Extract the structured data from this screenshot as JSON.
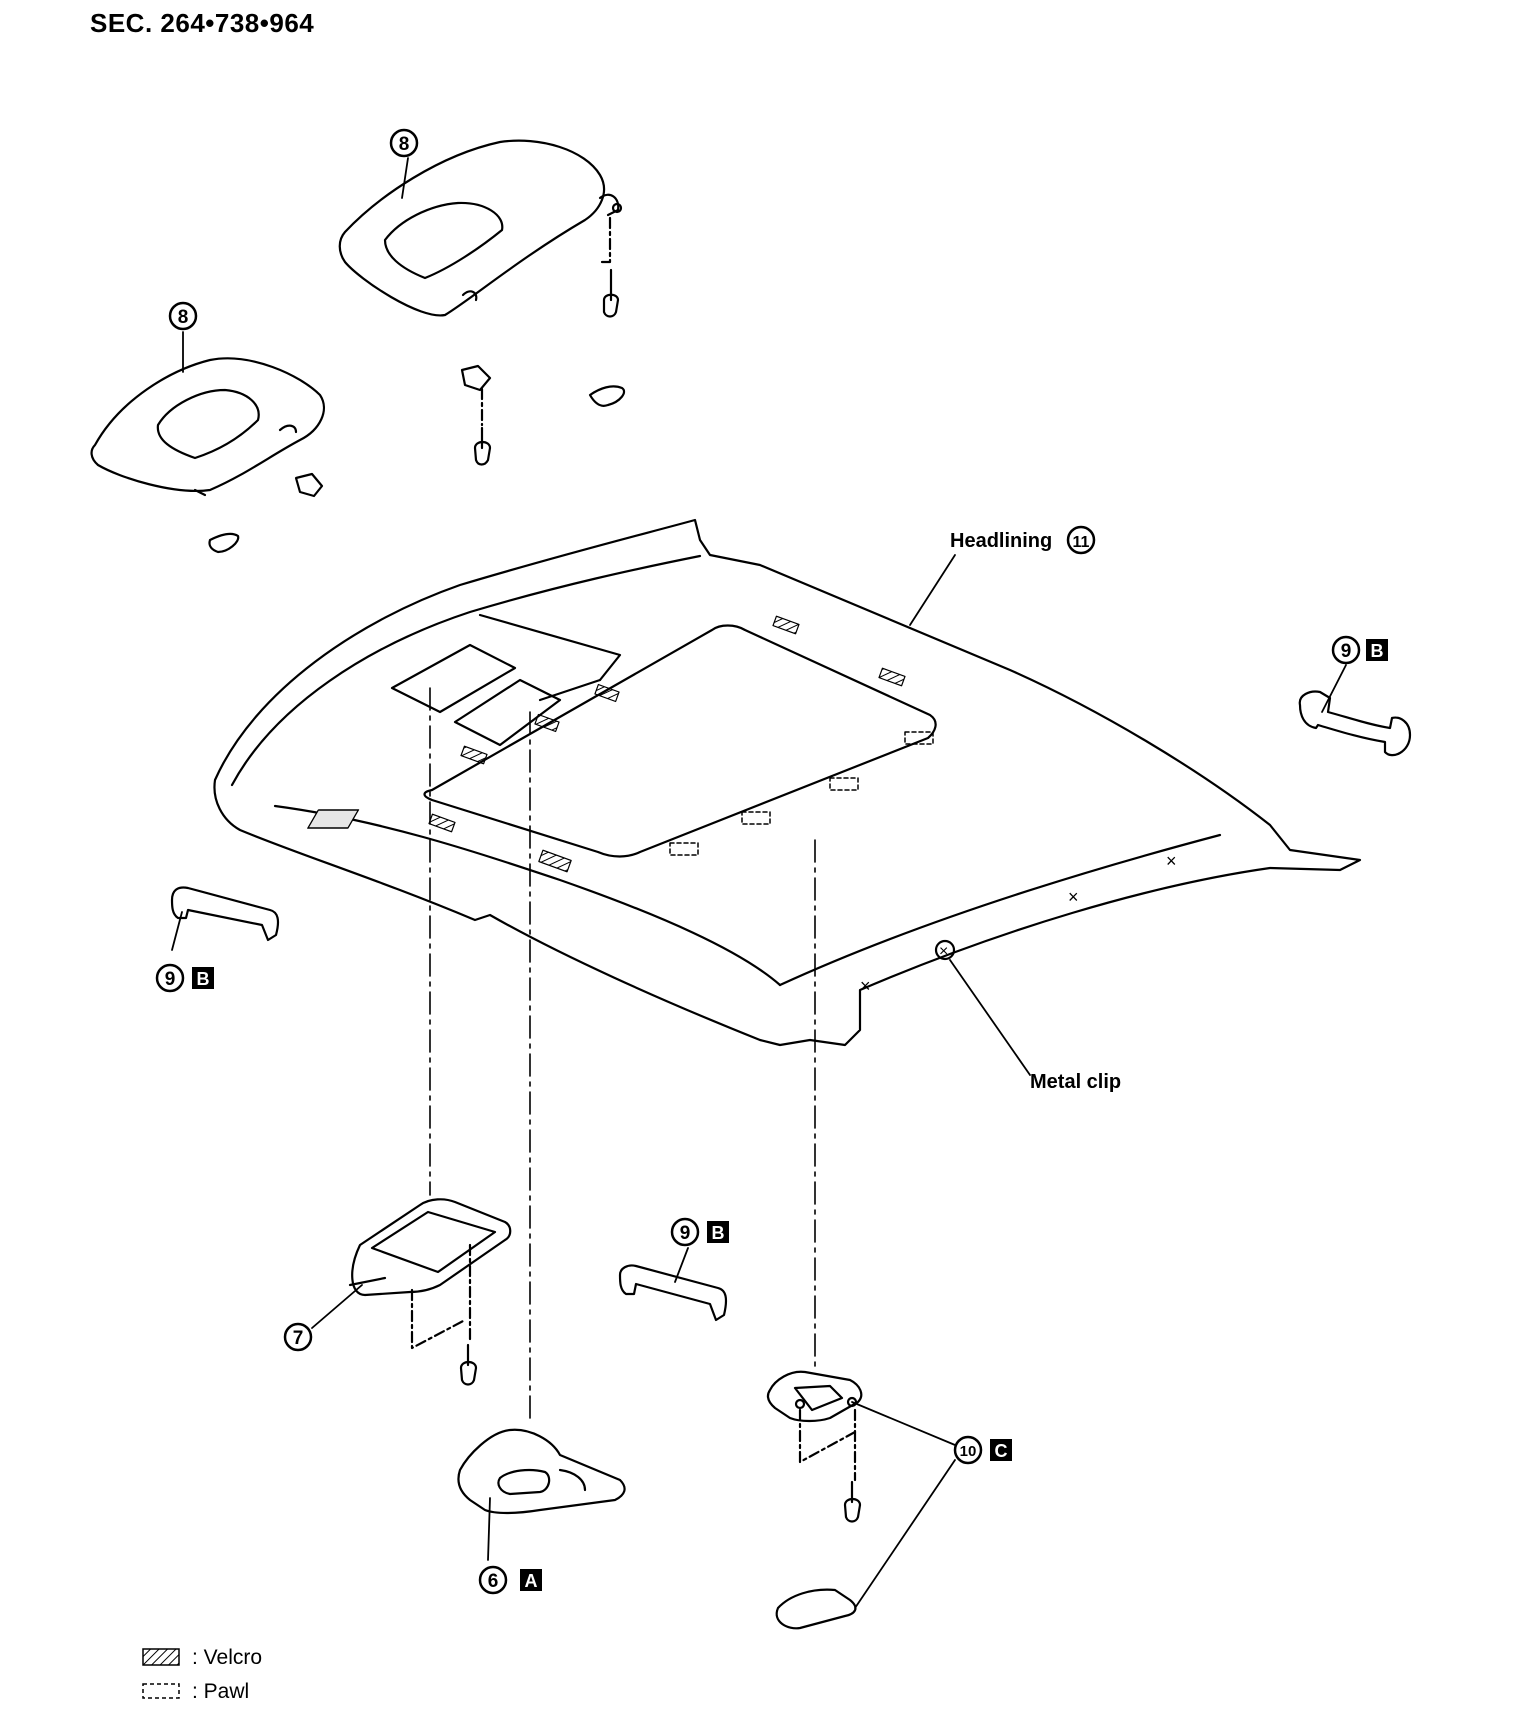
{
  "header": {
    "section_code": "SEC. 264•738•964"
  },
  "callouts": {
    "headlining": {
      "text": "Headlining",
      "num": "11"
    },
    "metal_clip": {
      "text": "Metal clip"
    },
    "part_6": {
      "num": "6",
      "box": "A"
    },
    "part_7": {
      "num": "7"
    },
    "part_8": {
      "num": "8"
    },
    "part_9": {
      "num": "9",
      "box": "B"
    },
    "part_10": {
      "num": "10",
      "box": "C"
    }
  },
  "legend": [
    {
      "swatch": "velcro",
      "label": ": Velcro"
    },
    {
      "swatch": "pawl",
      "label": ": Pawl"
    }
  ]
}
